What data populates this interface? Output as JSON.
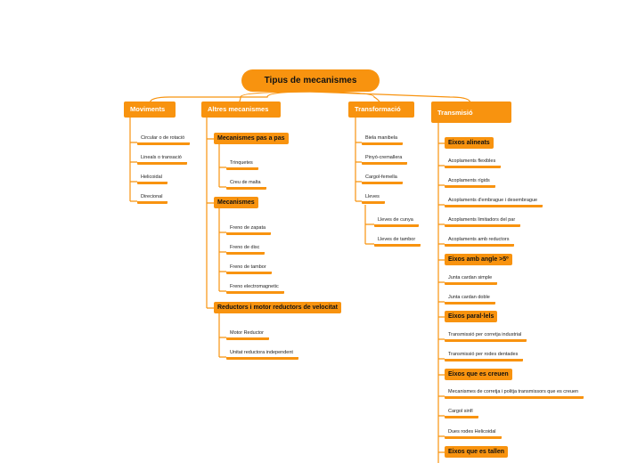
{
  "root": "Tipus de mecanismes",
  "moviments": {
    "title": "Moviments",
    "items": [
      "Circular o de rotació",
      "Lineals o transació",
      "Helicoidal",
      "Direcional"
    ]
  },
  "altres": {
    "title": "Altres mecanismes",
    "group1": {
      "title": "Mecanismes pas a pas",
      "items": [
        "Trinquetes",
        "Creu de malta"
      ]
    },
    "group2": {
      "title": "Mecanismes",
      "items": [
        "Freno de zapata",
        "Freno de disc",
        "Freno de tambor",
        "Freno electromagnetic"
      ]
    },
    "group3": {
      "title": "Reductors i motor reductors de velocitat",
      "items": [
        "Motor Reductor",
        "Unitat reductora independent"
      ]
    }
  },
  "transformacio": {
    "title": "Transformació",
    "items": [
      "Biela manibela",
      "Pinyó-cremallera",
      "Cargol-femella",
      "Lleves"
    ],
    "lleves_items": [
      "Lleves de cunya",
      "Lleves de tambor"
    ]
  },
  "transmissio": {
    "title": "Transmisió",
    "group1": {
      "title": "Eixos alineats",
      "items": [
        "Acoplaments flexibles",
        "Acoplaments rígids",
        "Acoplaments d'embrague i desembrague",
        "Acoplaments limitadors del par",
        "Acoplaments amb reductors"
      ]
    },
    "group2": {
      "title": "Eixos amb angle >5º",
      "items": [
        "Junta cardan simple",
        "Junta cardan doble"
      ]
    },
    "group3": {
      "title": "Eixos paral·lels",
      "items": [
        "Transmissió per corretja industrial",
        "Transmissió per rodes dentades"
      ]
    },
    "group4": {
      "title": "Eixos que es creuen",
      "items": [
        "Mecanismes de corretja i politja transmissors que es creuen",
        "Cargol sinfí",
        "Dues rodes Helicoidal"
      ]
    },
    "group5": {
      "title": "Eixos que es tallen"
    }
  },
  "colors": {
    "accent": "#f8930f",
    "text": "#222222",
    "background": "#ffffff"
  }
}
